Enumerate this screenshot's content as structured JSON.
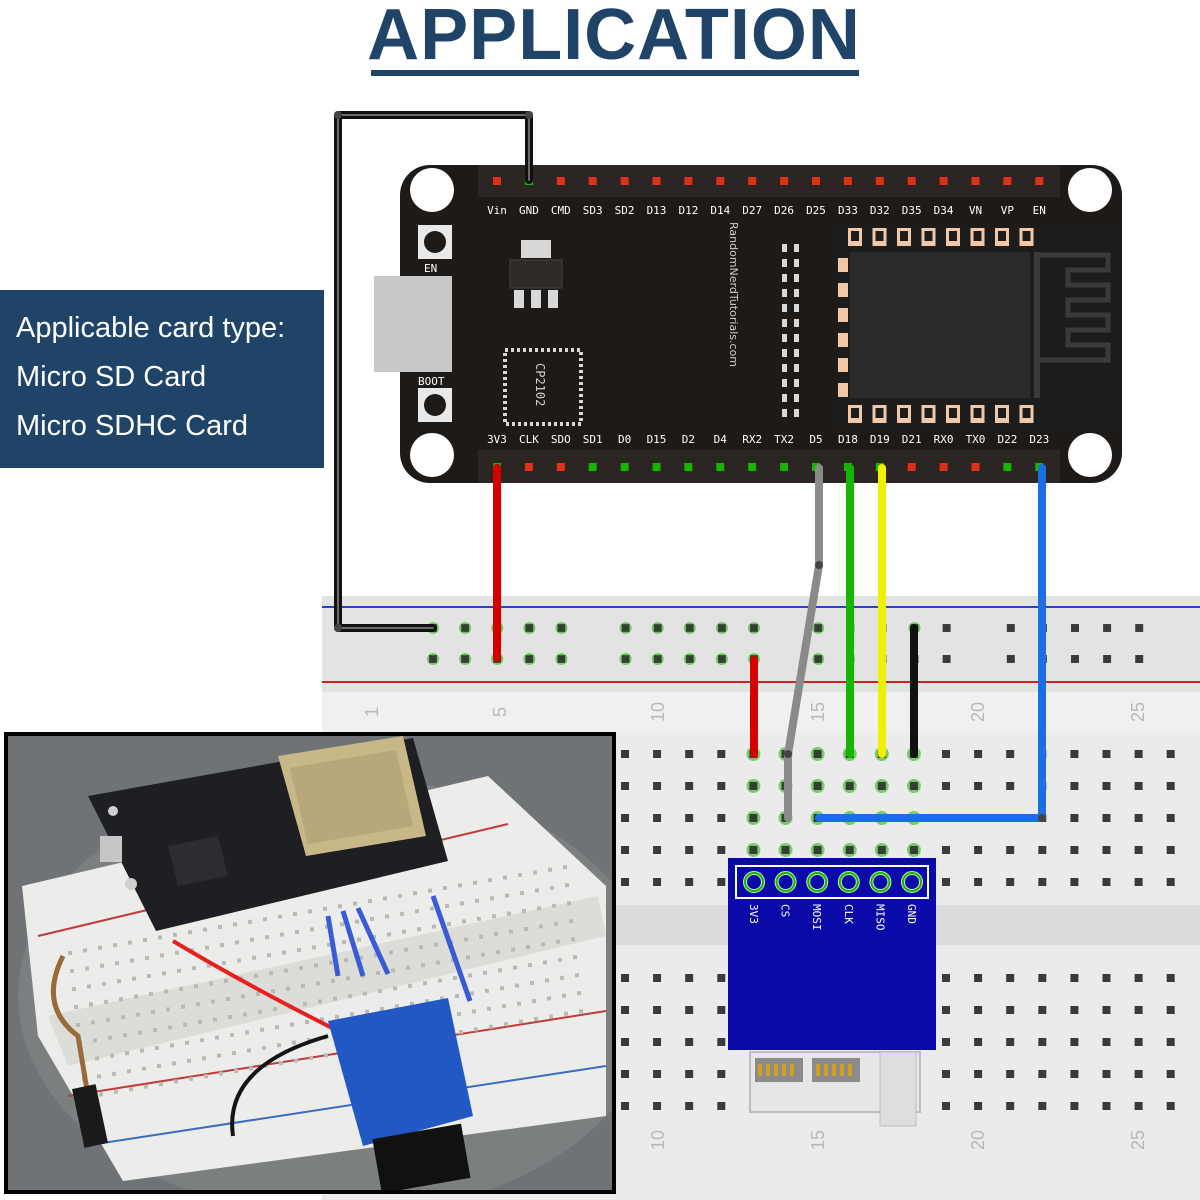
{
  "title": "APPLICATION",
  "card_panel": {
    "lines": [
      "Applicable card type:",
      "Micro SD Card",
      "Micro SDHC Card"
    ]
  },
  "esp32": {
    "top_pins": [
      "Vin",
      "GND",
      "CMD",
      "SD3",
      "SD2",
      "D13",
      "D12",
      "D14",
      "D27",
      "D26",
      "D25",
      "D33",
      "D32",
      "D35",
      "D34",
      "VN",
      "VP",
      "EN"
    ],
    "bottom_pins": [
      "3V3",
      "CLK",
      "SDO",
      "SD1",
      "D0",
      "D15",
      "D2",
      "D4",
      "RX2",
      "TX2",
      "D5",
      "D18",
      "D19",
      "D21",
      "RX0",
      "TX0",
      "D22",
      "D23"
    ],
    "en_label": "EN",
    "boot_label": "BOOT",
    "chip_label": "CP2102",
    "brand": "RandomNerdTutorials.com"
  },
  "breadboard": {
    "column_numbers": [
      "1",
      "5",
      "10",
      "15",
      "20",
      "25"
    ]
  },
  "sd_module": {
    "pins": [
      "3V3",
      "CS",
      "MOSI",
      "CLK",
      "MISO",
      "GND"
    ]
  },
  "colors": {
    "title": "#1f4468",
    "panel": "#1f4468",
    "board": "#1e1a18",
    "module": "#0a0aa8",
    "wire_red": "#d40000",
    "wire_green": "#15b500",
    "wire_yellow": "#f0f000",
    "wire_blue": "#1c6fe0",
    "wire_gray": "#8a8a8a",
    "wire_black": "#111111"
  }
}
